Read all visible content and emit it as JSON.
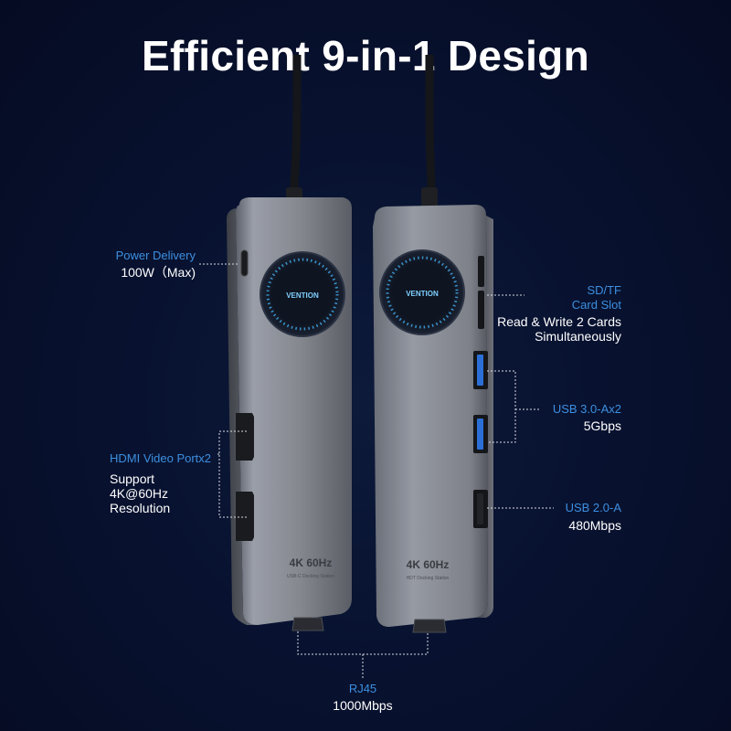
{
  "title": "Efficient 9-in-1 Design",
  "brand": "VENTION",
  "device_left": {
    "spec": "4K 60Hz",
    "subtext": "USB-C Docking Station"
  },
  "device_right": {
    "spec": "4K 60Hz",
    "subtext": "HDT Docking Station"
  },
  "callouts": {
    "power_delivery": {
      "name": "Power Delivery",
      "detail": "100W（Max)"
    },
    "hdmi": {
      "name": "HDMI Video Portx2",
      "detail_1": "Support",
      "detail_2": "4K@60Hz",
      "detail_3": "Resolution"
    },
    "sd_tf": {
      "name_1": "SD/TF",
      "name_2": "Card Slot",
      "detail_1": "Read & Write 2 Cards",
      "detail_2": "Simultaneously"
    },
    "usb3": {
      "name": "USB 3.0-Ax2",
      "detail": "5Gbps"
    },
    "usb2": {
      "name": "USB 2.0-A",
      "detail": "480Mbps"
    },
    "rj45": {
      "name": "RJ45",
      "detail": "1000Mbps"
    }
  },
  "colors": {
    "background": "#081230",
    "accent_blue": "#3d8fe0",
    "usb3_port": "#2b6fd6",
    "device_body": "#8a8d96",
    "text": "#ffffff"
  }
}
